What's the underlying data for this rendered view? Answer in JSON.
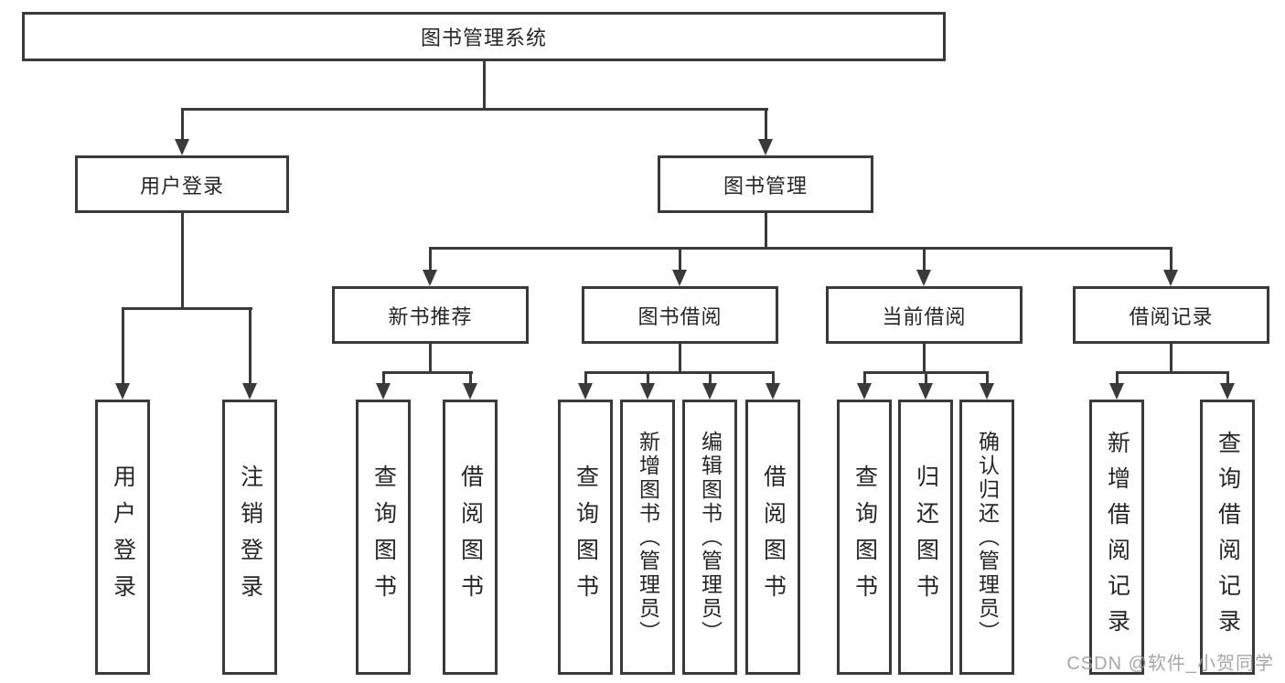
{
  "diagram": {
    "root": {
      "label": "图书管理系统",
      "children": [
        {
          "label": "用户登录",
          "children": [
            {
              "label": "用户登录"
            },
            {
              "label": "注销登录"
            }
          ]
        },
        {
          "label": "图书管理",
          "children": [
            {
              "label": "新书推荐",
              "children": [
                {
                  "label": "查询图书"
                },
                {
                  "label": "借阅图书"
                }
              ]
            },
            {
              "label": "图书借阅",
              "children": [
                {
                  "label": "查询图书"
                },
                {
                  "label": "新增图书（管理员）"
                },
                {
                  "label": "编辑图书（管理员）"
                },
                {
                  "label": "借阅图书"
                }
              ]
            },
            {
              "label": "当前借阅",
              "children": [
                {
                  "label": "查询图书"
                },
                {
                  "label": "归还图书"
                },
                {
                  "label": "确认归还（管理员）"
                }
              ]
            },
            {
              "label": "借阅记录",
              "children": [
                {
                  "label": "新增借阅记录"
                },
                {
                  "label": "查询借阅记录"
                }
              ]
            }
          ]
        }
      ]
    }
  },
  "watermark": {
    "text": "CSDN @软件_小贺同学"
  },
  "colors": {
    "line": "#3a3a3a",
    "text": "#262626",
    "background": "#ffffff",
    "watermark_text": "#9e9e9e"
  }
}
